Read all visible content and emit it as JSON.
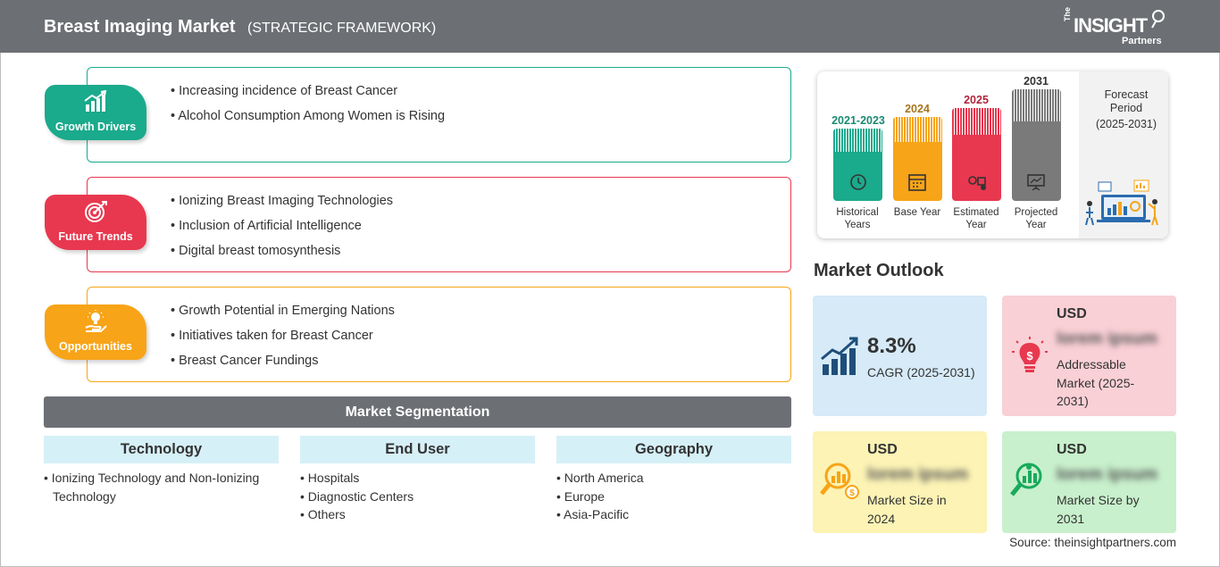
{
  "header": {
    "title": "Breast Imaging Market",
    "subtitle": "(STRATEGIC FRAMEWORK)",
    "logo": {
      "the": "The",
      "word": "INSIGHT",
      "partners": "Partners"
    }
  },
  "framework": [
    {
      "badge": "Growth Drivers",
      "icon": "bar-growth-icon",
      "color": "#1aaa8c",
      "items": [
        "Increasing incidence of Breast Cancer",
        "Alcohol Consumption Among Women is Rising"
      ]
    },
    {
      "badge": "Future Trends",
      "icon": "target-icon",
      "color": "#e8384f",
      "items": [
        "Ionizing Breast Imaging Technologies",
        "Inclusion of Artificial Intelligence",
        "Digital breast tomosynthesis"
      ]
    },
    {
      "badge": "Opportunities",
      "icon": "lightbulb-hand-icon",
      "color": "#f7a418",
      "items": [
        "Growth Potential in Emerging Nations",
        "Initiatives taken for Breast Cancer",
        "Breast Cancer Fundings"
      ]
    }
  ],
  "segmentation": {
    "title": "Market Segmentation",
    "columns": [
      {
        "heading": "Technology",
        "items": [
          "Ionizing Technology and Non-Ionizing Technology"
        ]
      },
      {
        "heading": "End User",
        "items": [
          "Hospitals",
          "Diagnostic Centers",
          "Others"
        ]
      },
      {
        "heading": "Geography",
        "items": [
          "North America",
          "Europe",
          "Asia-Pacific"
        ]
      }
    ]
  },
  "timeline": {
    "bars": [
      {
        "year": "2021-2023",
        "label": "Historical Years",
        "color": "#1aaa8c",
        "year_color": "#1a8a72",
        "icon": "history-clock-icon"
      },
      {
        "year": "2024",
        "label": "Base Year",
        "color": "#f7a418",
        "year_color": "#a8741a",
        "icon": "calendar-icon"
      },
      {
        "year": "2025",
        "label": "Estimated Year",
        "color": "#e8384f",
        "year_color": "#b0243a",
        "icon": "gear-chart-icon"
      },
      {
        "year": "2031",
        "label": "Projected Year",
        "color": "#7a7a7a",
        "year_color": "#333333",
        "icon": "presentation-icon"
      }
    ],
    "forecast_title": "Forecast Period",
    "forecast_period": "(2025-2031)"
  },
  "outlook": {
    "title": "Market Outlook",
    "cagr": {
      "value": "8.3%",
      "label": "CAGR (2025-2031)",
      "color": "#d6eaf8",
      "icon": "growth-chart-icon"
    },
    "addressable": {
      "currency": "USD",
      "value": "lorem ipsum",
      "label": "Addressable Market (2025-2031)",
      "color": "#f9d0d5",
      "icon": "lightbulb-dollar-icon"
    },
    "size2024": {
      "currency": "USD",
      "value": "lorem ipsum",
      "label": "Market Size in 2024",
      "color": "#fcf3b5",
      "icon": "magnifier-chart-icon"
    },
    "size2031": {
      "currency": "USD",
      "value": "lorem ipsum",
      "label": "Market Size by 2031",
      "color": "#c8f0cc",
      "icon": "magnifier-dollar-icon"
    }
  },
  "source": "Source: theinsightpartners.com"
}
